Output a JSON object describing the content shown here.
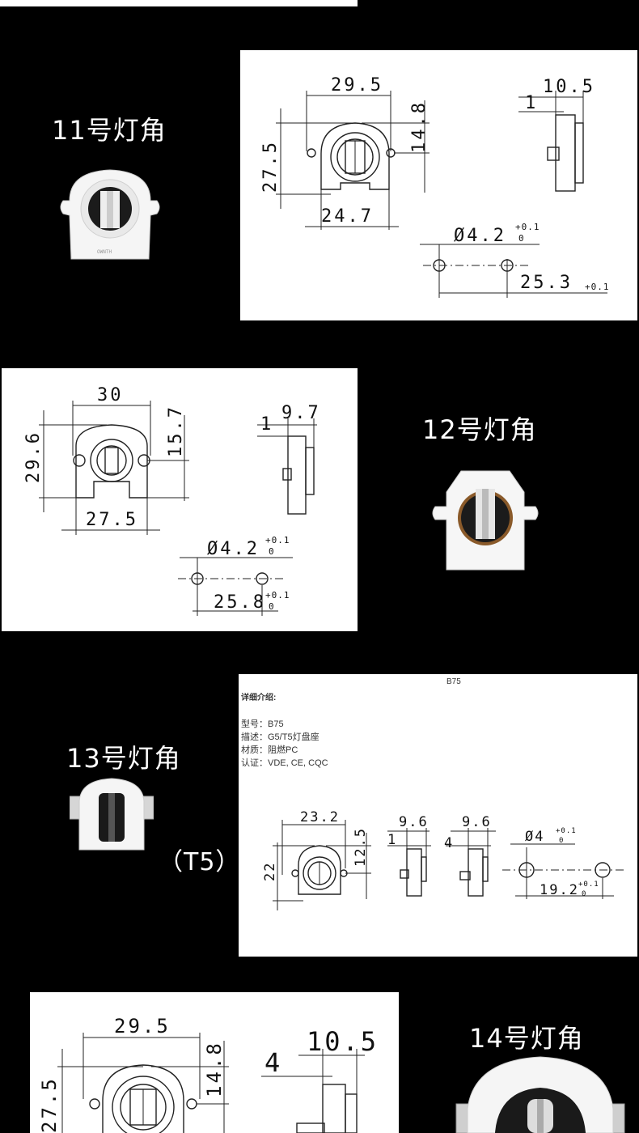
{
  "items": [
    {
      "title": "11号灯角",
      "dims": {
        "width": "29.5",
        "height": "27.5",
        "upper": "14.8",
        "base": "24.7",
        "depth": "10.5",
        "tab": "1",
        "pin_dia": "Ø4.2",
        "pin_tol_plus": "+0.1",
        "pin_tol_zero": "0",
        "pin_spacing": "25.3",
        "spacing_tol": "+0.1"
      }
    },
    {
      "title": "12号灯角",
      "dims": {
        "width": "30",
        "height": "29.6",
        "upper": "15.7",
        "base": "27.5",
        "depth": "9.7",
        "tab": "1",
        "pin_dia": "Ø4.2",
        "pin_tol_plus": "+0.1",
        "pin_tol_zero": "0",
        "pin_spacing": "25.8",
        "spacing_tol_plus": "+0.1",
        "spacing_tol_zero": "0"
      }
    },
    {
      "title": "13号灯角",
      "note": "（T5）",
      "spec": {
        "header": "B75",
        "intro": "详细介绍:",
        "model": "型号：B75",
        "desc": "描述：G5/T5灯盘座",
        "material": "材质：阻燃PC",
        "cert": "认证：VDE, CE, CQC"
      },
      "dims": {
        "width": "23.2",
        "height": "22",
        "upper": "12.5",
        "depth_a": "9.6",
        "tab_a": "1",
        "depth_b": "9.6",
        "tab_b": "4",
        "pin_dia": "Ø4",
        "pin_tol_plus": "+0.1",
        "pin_tol_zero": "0",
        "pin_spacing": "19.2",
        "spacing_tol_plus": "+0.1",
        "spacing_tol_zero": "0"
      }
    },
    {
      "title": "14号灯角",
      "dims": {
        "width": "29.5",
        "height": "27.5",
        "upper": "14.8",
        "depth": "10.5",
        "tab": "4"
      }
    }
  ],
  "colors": {
    "background": "#000000",
    "panel": "#ffffff",
    "holder_body": "#f4f4f4",
    "holder_core": "#1a1a1a",
    "holder_ring": "#8a5a2a"
  }
}
